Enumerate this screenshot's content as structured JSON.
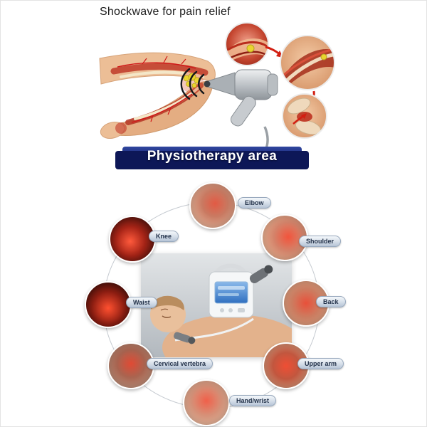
{
  "header": {
    "title": "Shockwave for pain relief"
  },
  "banner": {
    "label": "Physiotherapy area",
    "color": "#18246e"
  },
  "areas": [
    {
      "label": "Elbow"
    },
    {
      "label": "Knee"
    },
    {
      "label": "Shoulder"
    },
    {
      "label": "Waist"
    },
    {
      "label": "Back"
    },
    {
      "label": "Cervical vertebra"
    },
    {
      "label": "Upper arm"
    },
    {
      "label": "Hand/wrist"
    }
  ],
  "colors": {
    "accent_red": "#d21f12",
    "banner_navy": "#18246e"
  }
}
